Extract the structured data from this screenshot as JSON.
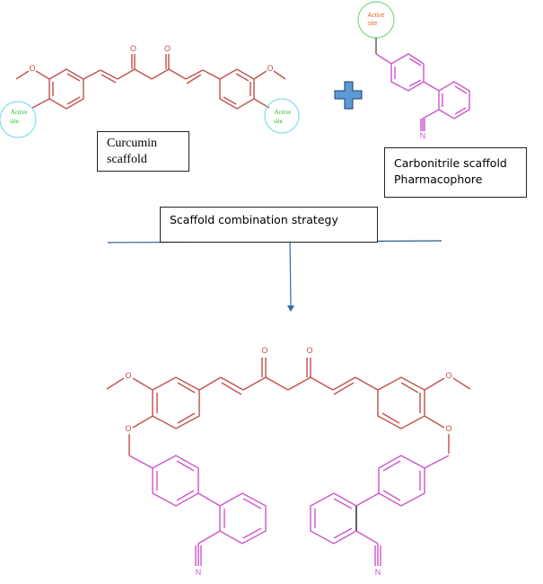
{
  "labels": {
    "curcumin_box": [
      "Curcumin",
      "scaffold"
    ],
    "carbonitrile_box": [
      "Carbonitrile scaffold",
      "Pharmacophore"
    ],
    "strategy_box": "Scaffold combination strategy",
    "active_site": [
      "Active",
      "site"
    ]
  },
  "atoms": {
    "oxygen": "O",
    "nitrogen": "N"
  },
  "colors": {
    "curcumin": "#c0504d",
    "carbonitrile": "#cc55cc",
    "active_site_circle_top": "#7fd98f",
    "active_site_circle_left": "#7fe0e8",
    "active_site_text_green": "#22bb22",
    "active_site_text_orange": "#e07040",
    "plus": "#5b9bd5",
    "arrow": "#2e6db4"
  }
}
